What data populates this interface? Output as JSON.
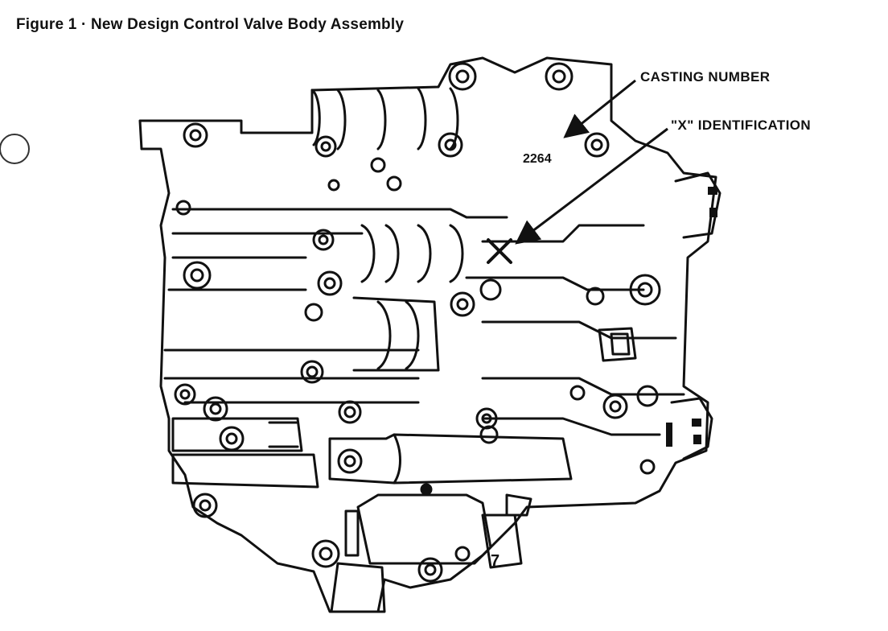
{
  "figure": {
    "caption": "Figure 1 · New Design Control Valve Body Assembly"
  },
  "labels": {
    "casting_number": "CASTING NUMBER",
    "x_identification": "\"X\" IDENTIFICATION",
    "casting_stamp": "2264",
    "part_number_mark": "7"
  },
  "colors": {
    "ink": "#111111",
    "paper": "#ffffff"
  }
}
